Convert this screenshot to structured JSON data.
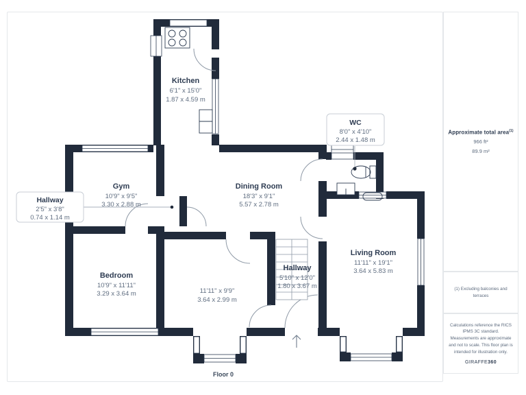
{
  "floor_label": "Floor 0",
  "rooms": {
    "kitchen": {
      "name": "Kitchen",
      "imperial": "6'1\" x 15'0\"",
      "metric": "1.87 x 4.59 m"
    },
    "gym": {
      "name": "Gym",
      "imperial": "10'9\" x 9'5\"",
      "metric": "3.30 x 2.88 m"
    },
    "dining_room": {
      "name": "Dining Room",
      "imperial": "18'3\" x 9'1\"",
      "metric": "5.57 x 2.78 m"
    },
    "bedroom": {
      "name": "Bedroom",
      "imperial": "10'9\" x 11'11\"",
      "metric": "3.29 x 3.64 m"
    },
    "front_room": {
      "imperial": "11'11\" x 9'9\"",
      "metric": "3.64 x 2.99 m"
    },
    "hallway": {
      "name": "Hallway",
      "imperial": "5'10\" x 12'0\"",
      "metric": "1.80 x 3.67 m"
    },
    "living_room": {
      "name": "Living Room",
      "imperial": "11'11\" x 19'1\"",
      "metric": "3.64 x 5.83 m"
    }
  },
  "callouts": {
    "hallway_small": {
      "name": "Hallway",
      "imperial": "2'5\" x 3'8\"",
      "metric": "0.74 x 1.14 m"
    },
    "wc": {
      "name": "WC",
      "imperial": "8'0\" x 4'10\"",
      "metric": "2.44 x 1.48 m"
    }
  },
  "sidebar": {
    "total_area_label": "Approximate total area",
    "total_area_sup": "(1)",
    "area_ft": "966 ft²",
    "area_m": "89.9 m²",
    "footnote": "(1) Excluding balconies and terraces",
    "disclaimer": "Calculations reference the RICS IPMS 3C standard. Measurements are approximate and not to scale. This floor plan is intended for illustration only.",
    "brand_normal": "GIRAFFE",
    "brand_bold": "360"
  },
  "colors": {
    "wall": "#212b3b",
    "room_name_text": "#2e3c52",
    "dimension_text": "#5f6d80",
    "border": "#e4e7ea",
    "thin_line": "#8e99a6"
  }
}
